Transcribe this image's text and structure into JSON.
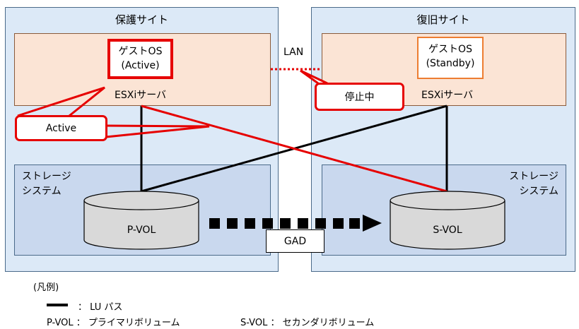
{
  "protected_site": {
    "title": "保護サイト",
    "esxi_label": "ESXiサーバ",
    "guest_line1": "ゲストOS",
    "guest_line2": "(Active)",
    "storage_line1": "ストレージ",
    "storage_line2": "システム",
    "volume": "P-VOL"
  },
  "recovery_site": {
    "title": "復旧サイト",
    "esxi_label": "ESXiサーバ",
    "guest_line1": "ゲストOS",
    "guest_line2": "(Standby)",
    "storage_line1": "ストレージ",
    "storage_line2": "システム",
    "volume": "S-VOL"
  },
  "lan_label": "LAN",
  "callouts": {
    "active": "Active",
    "stopped": "停止中"
  },
  "gad_label": "GAD",
  "legend": {
    "title": "(凡例)",
    "lu_path": "：  LU パス",
    "pvol_def": "P-VOL  ：  プライマリボリューム",
    "svol_def": "S-VOL  ：  セカンダリボリューム"
  },
  "colors": {
    "site_bg": "#dce9f7",
    "esxi_bg": "#fbe4d5",
    "storage_bg": "#c9d8ee",
    "highlight": "#e60000",
    "guest_standby_border": "#ed7d31"
  }
}
